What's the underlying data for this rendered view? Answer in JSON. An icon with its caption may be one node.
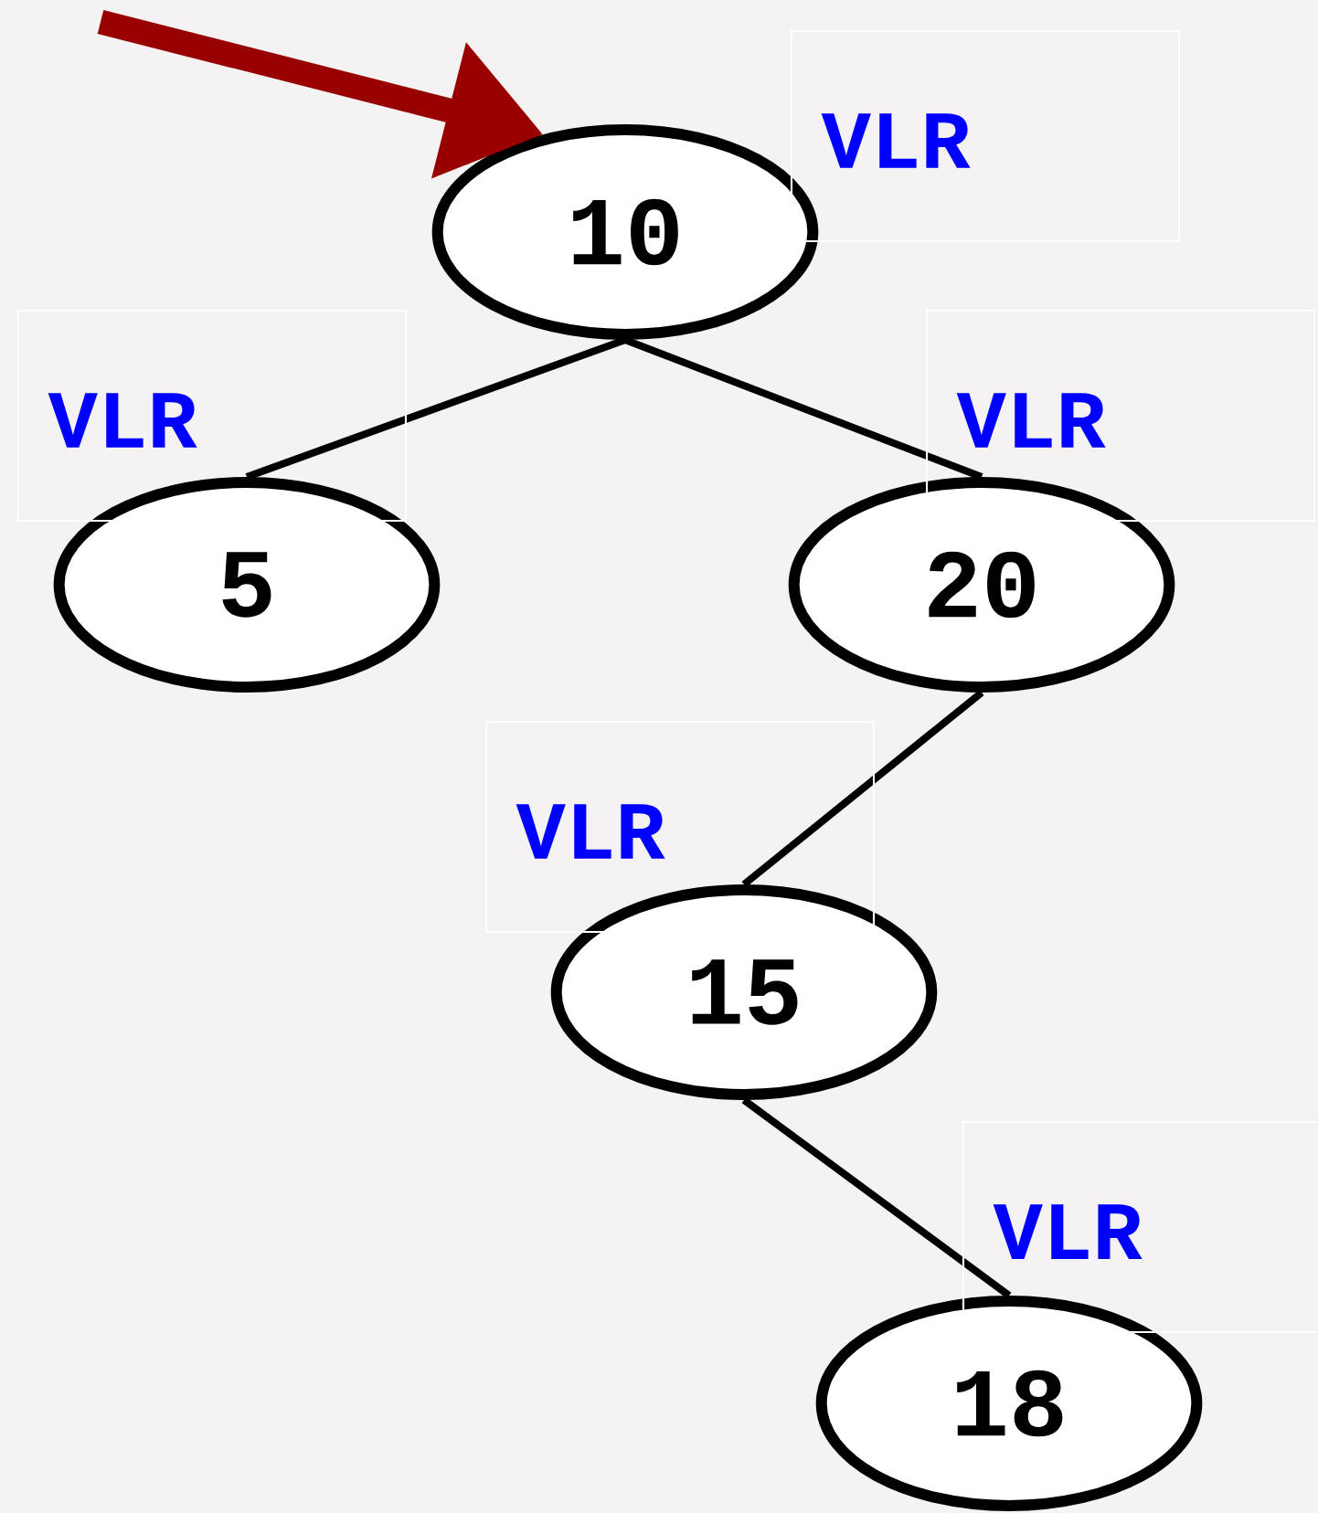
{
  "diagram": {
    "nodes": [
      {
        "text": [
          "10"
        ],
        "beside": [
          "VLR"
        ]
      },
      {
        "text": [
          "5"
        ],
        "beside": [
          "VLR"
        ]
      },
      {
        "text": [
          "20"
        ],
        "beside": [
          "VLR"
        ]
      },
      {
        "text": [
          "15"
        ],
        "beside": [
          "VLR"
        ]
      },
      {
        "text": [
          "18"
        ],
        "beside": [
          "VLR"
        ]
      }
    ],
    "edges": [
      {
        "from": null,
        "to": 0,
        "arrow": "to",
        "style": "thick",
        "color": "#990000"
      },
      {
        "from": 0,
        "to": 1,
        "arrow": "none"
      },
      {
        "from": 0,
        "to": 2,
        "arrow": "none"
      },
      {
        "from": 2,
        "to": 3,
        "arrow": "none"
      },
      {
        "from": 3,
        "to": 4,
        "arrow": "none"
      }
    ]
  }
}
